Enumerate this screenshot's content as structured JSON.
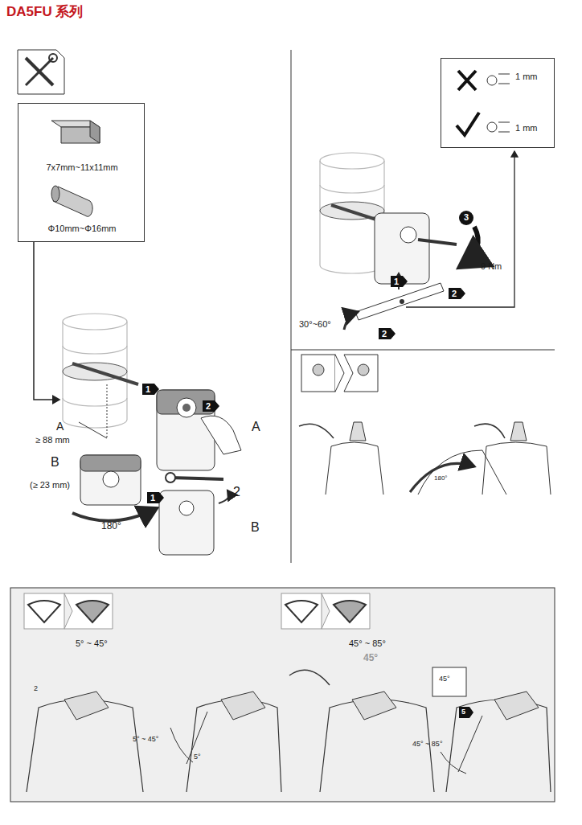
{
  "diagram": {
    "title": "DA5FU 系列",
    "nodes": [
      {
        "text": [
          "7x7mm~11x11mm",
          "Φ10mm~Φ16mm"
        ]
      },
      {
        "text": [
          "1 mm",
          "1 mm"
        ]
      }
    ],
    "labels": [
      "A",
      "≥ 88 mm",
      "1",
      "2",
      "A",
      "B",
      "(≥ 23 mm)",
      "180°",
      "1",
      "2",
      "B",
      "3",
      "9 Nm",
      "1",
      "2",
      "2",
      "30°~60°",
      "180°",
      "5° ~ 45°",
      "45° ~ 85°",
      "2",
      "5° ~ 45°",
      "5°",
      "45°",
      "45°",
      "45° ~ 85°",
      "5"
    ]
  }
}
